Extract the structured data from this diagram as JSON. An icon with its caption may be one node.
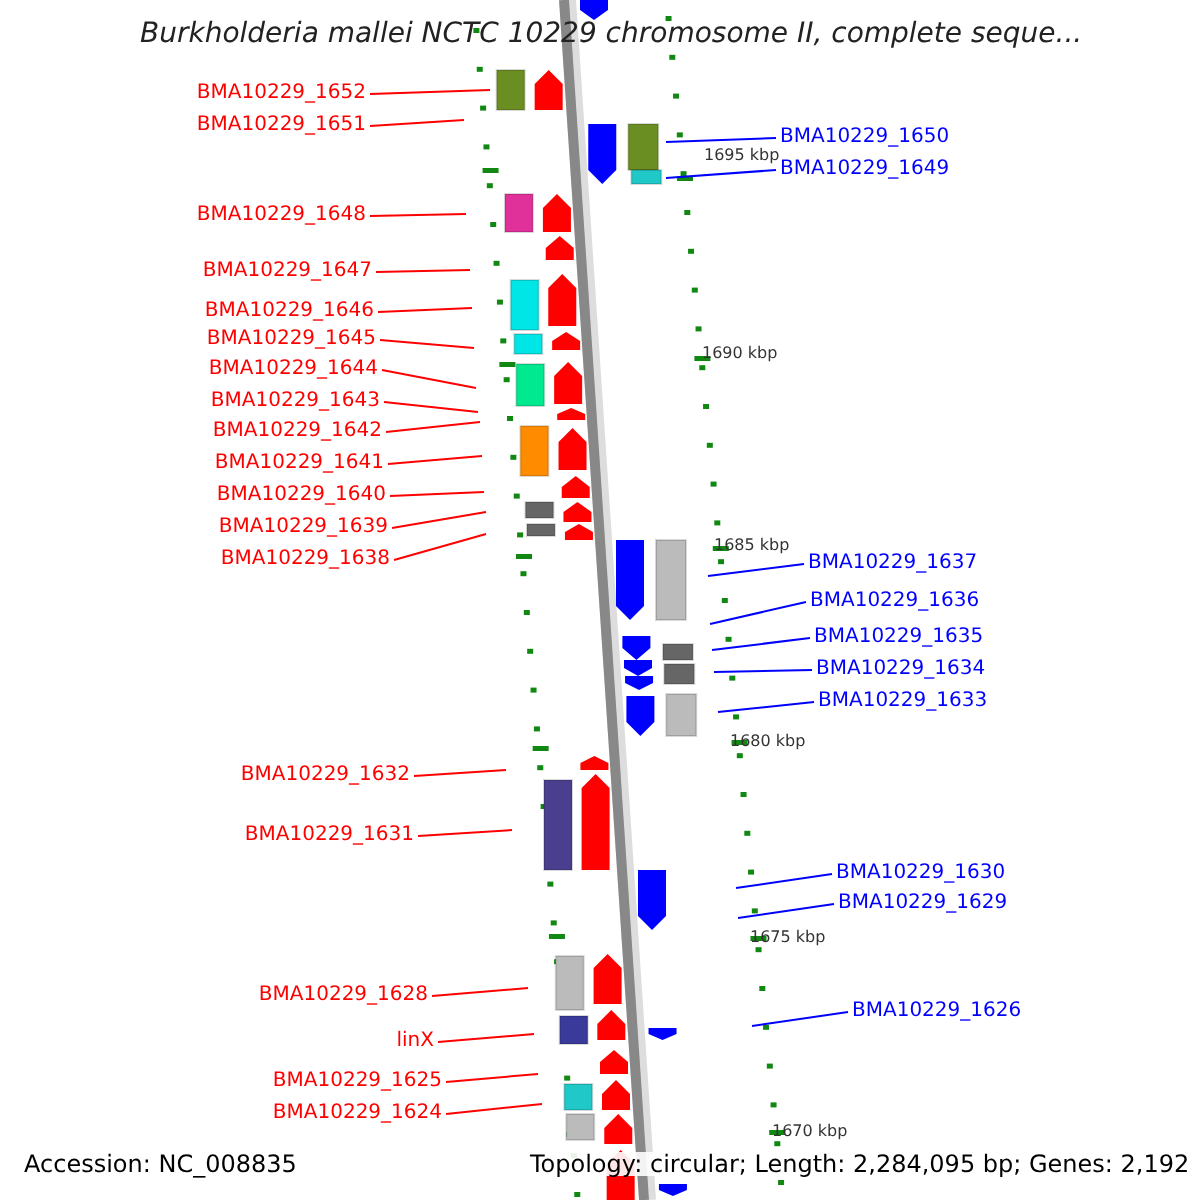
{
  "diagram": {
    "title": "Burkholderia mallei NCTC 10229 chromosome II, complete seque...",
    "nodes": [
      {
        "text": [
          "BMA10229_1652"
        ]
      },
      {
        "text": [
          "BMA10229_1651"
        ]
      },
      {
        "text": [
          "BMA10229_1650"
        ]
      },
      {
        "text": [
          "BMA10229_1649"
        ]
      },
      {
        "text": [
          "BMA10229_1648"
        ]
      },
      {
        "text": [
          "BMA10229_1647"
        ]
      },
      {
        "text": [
          "BMA10229_1646"
        ]
      },
      {
        "text": [
          "BMA10229_1645"
        ]
      },
      {
        "text": [
          "BMA10229_1644"
        ]
      },
      {
        "text": [
          "BMA10229_1643"
        ]
      },
      {
        "text": [
          "BMA10229_1642"
        ]
      },
      {
        "text": [
          "BMA10229_1641"
        ]
      },
      {
        "text": [
          "BMA10229_1640"
        ]
      },
      {
        "text": [
          "BMA10229_1639"
        ]
      },
      {
        "text": [
          "BMA10229_1638"
        ]
      },
      {
        "text": [
          "BMA10229_1637"
        ]
      },
      {
        "text": [
          "BMA10229_1636"
        ]
      },
      {
        "text": [
          "BMA10229_1635"
        ]
      },
      {
        "text": [
          "BMA10229_1634"
        ]
      },
      {
        "text": [
          "BMA10229_1633"
        ]
      },
      {
        "text": [
          "BMA10229_1632"
        ]
      },
      {
        "text": [
          "BMA10229_1631"
        ]
      },
      {
        "text": [
          "BMA10229_1630"
        ]
      },
      {
        "text": [
          "BMA10229_1629"
        ]
      },
      {
        "text": [
          "BMA10229_1628"
        ]
      },
      {
        "text": [
          "BMA10229_1626"
        ]
      },
      {
        "text": [
          "linX"
        ]
      },
      {
        "text": [
          "BMA10229_1625"
        ]
      },
      {
        "text": [
          "BMA10229_1624"
        ]
      }
    ],
    "edges": [
      {
        "from": 0,
        "to": null,
        "arrow": "none"
      },
      {
        "from": 1,
        "to": null,
        "arrow": "none"
      },
      {
        "from": 2,
        "to": null,
        "arrow": "none",
        "color": "#0000ff"
      },
      {
        "from": 3,
        "to": null,
        "arrow": "none",
        "color": "#0000ff"
      },
      {
        "from": 4,
        "to": null,
        "arrow": "none"
      },
      {
        "from": 5,
        "to": null,
        "arrow": "none"
      },
      {
        "from": 6,
        "to": null,
        "arrow": "none"
      },
      {
        "from": 7,
        "to": null,
        "arrow": "none"
      },
      {
        "from": 8,
        "to": null,
        "arrow": "none"
      },
      {
        "from": 9,
        "to": null,
        "arrow": "none"
      },
      {
        "from": 10,
        "to": null,
        "arrow": "none"
      },
      {
        "from": 11,
        "to": null,
        "arrow": "none"
      },
      {
        "from": 12,
        "to": null,
        "arrow": "none"
      },
      {
        "from": 13,
        "to": null,
        "arrow": "none"
      },
      {
        "from": 14,
        "to": null,
        "arrow": "none"
      },
      {
        "from": 15,
        "to": null,
        "arrow": "none",
        "color": "#0000ff"
      },
      {
        "from": 16,
        "to": null,
        "arrow": "none",
        "color": "#0000ff"
      },
      {
        "from": 17,
        "to": null,
        "arrow": "none",
        "color": "#0000ff"
      },
      {
        "from": 18,
        "to": null,
        "arrow": "none",
        "color": "#0000ff"
      },
      {
        "from": 19,
        "to": null,
        "arrow": "none",
        "color": "#0000ff"
      },
      {
        "from": 20,
        "to": null,
        "arrow": "none"
      },
      {
        "from": 21,
        "to": null,
        "arrow": "none"
      },
      {
        "from": 22,
        "to": null,
        "arrow": "none",
        "color": "#0000ff"
      },
      {
        "from": 23,
        "to": null,
        "arrow": "none",
        "color": "#0000ff"
      },
      {
        "from": 24,
        "to": null,
        "arrow": "none"
      },
      {
        "from": 25,
        "to": null,
        "arrow": "none",
        "color": "#0000ff"
      },
      {
        "from": 26,
        "to": null,
        "arrow": "none"
      },
      {
        "from": 27,
        "to": null,
        "arrow": "none"
      },
      {
        "from": 28,
        "to": null,
        "arrow": "none"
      }
    ],
    "labels": [
      "1695 kbp",
      "1690 kbp",
      "1685 kbp",
      "1680 kbp",
      "1675 kbp",
      "1670 kbp",
      "Accession: NC_008835",
      "Topology: circular; Length: 2,284,095 bp; Genes: 2,192"
    ]
  }
}
